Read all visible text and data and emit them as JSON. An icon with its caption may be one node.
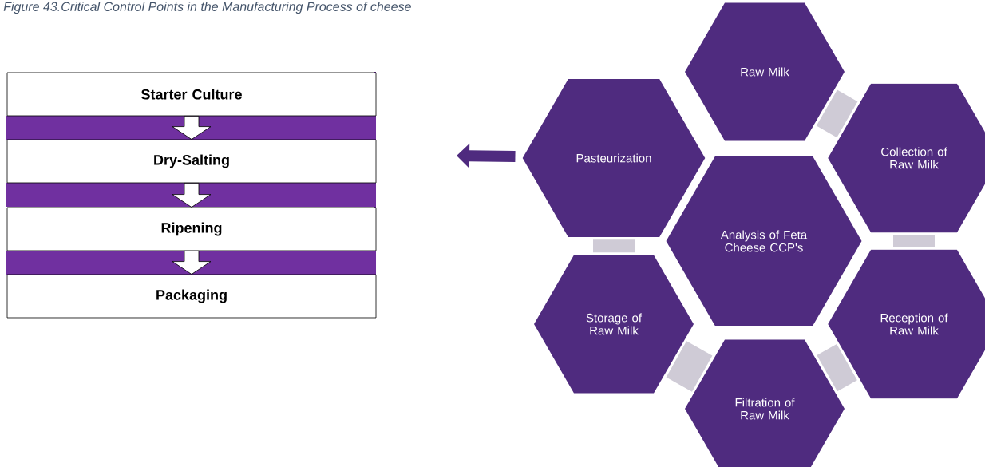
{
  "diagram": {
    "title": "Figure 43.Critical Control Points in the Manufacturing Process of cheese",
    "nodes": [
      {
        "text": [
          "Starter Culture"
        ]
      },
      {
        "text": [
          "Dry-Salting"
        ]
      },
      {
        "text": [
          "Ripening"
        ]
      },
      {
        "text": [
          "Packaging"
        ]
      },
      {
        "text": [
          "Raw Milk"
        ]
      },
      {
        "text": [
          "Collection of Raw Milk"
        ]
      },
      {
        "text": [
          "Reception of Raw Milk"
        ]
      },
      {
        "text": [
          "Filtration of Raw Milk"
        ]
      },
      {
        "text": [
          "Storage of Raw Milk"
        ]
      },
      {
        "text": [
          "Pasteurization"
        ]
      },
      {
        "text": [
          "Analysis of Feta Cheese CCP's"
        ]
      }
    ],
    "edges": [
      {
        "from": 0,
        "to": 1,
        "arrow": "to"
      },
      {
        "from": 1,
        "to": 2,
        "arrow": "to"
      },
      {
        "from": 2,
        "to": 3,
        "arrow": "to"
      },
      {
        "from": 4,
        "to": 5,
        "arrow": "none"
      },
      {
        "from": 5,
        "to": 6,
        "arrow": "none"
      },
      {
        "from": 6,
        "to": 7,
        "arrow": "none"
      },
      {
        "from": 7,
        "to": 8,
        "arrow": "none"
      },
      {
        "from": 8,
        "to": 9,
        "arrow": "none"
      },
      {
        "from": 9,
        "to": null,
        "arrow": "to",
        "color": "#4f2b7f"
      }
    ]
  }
}
